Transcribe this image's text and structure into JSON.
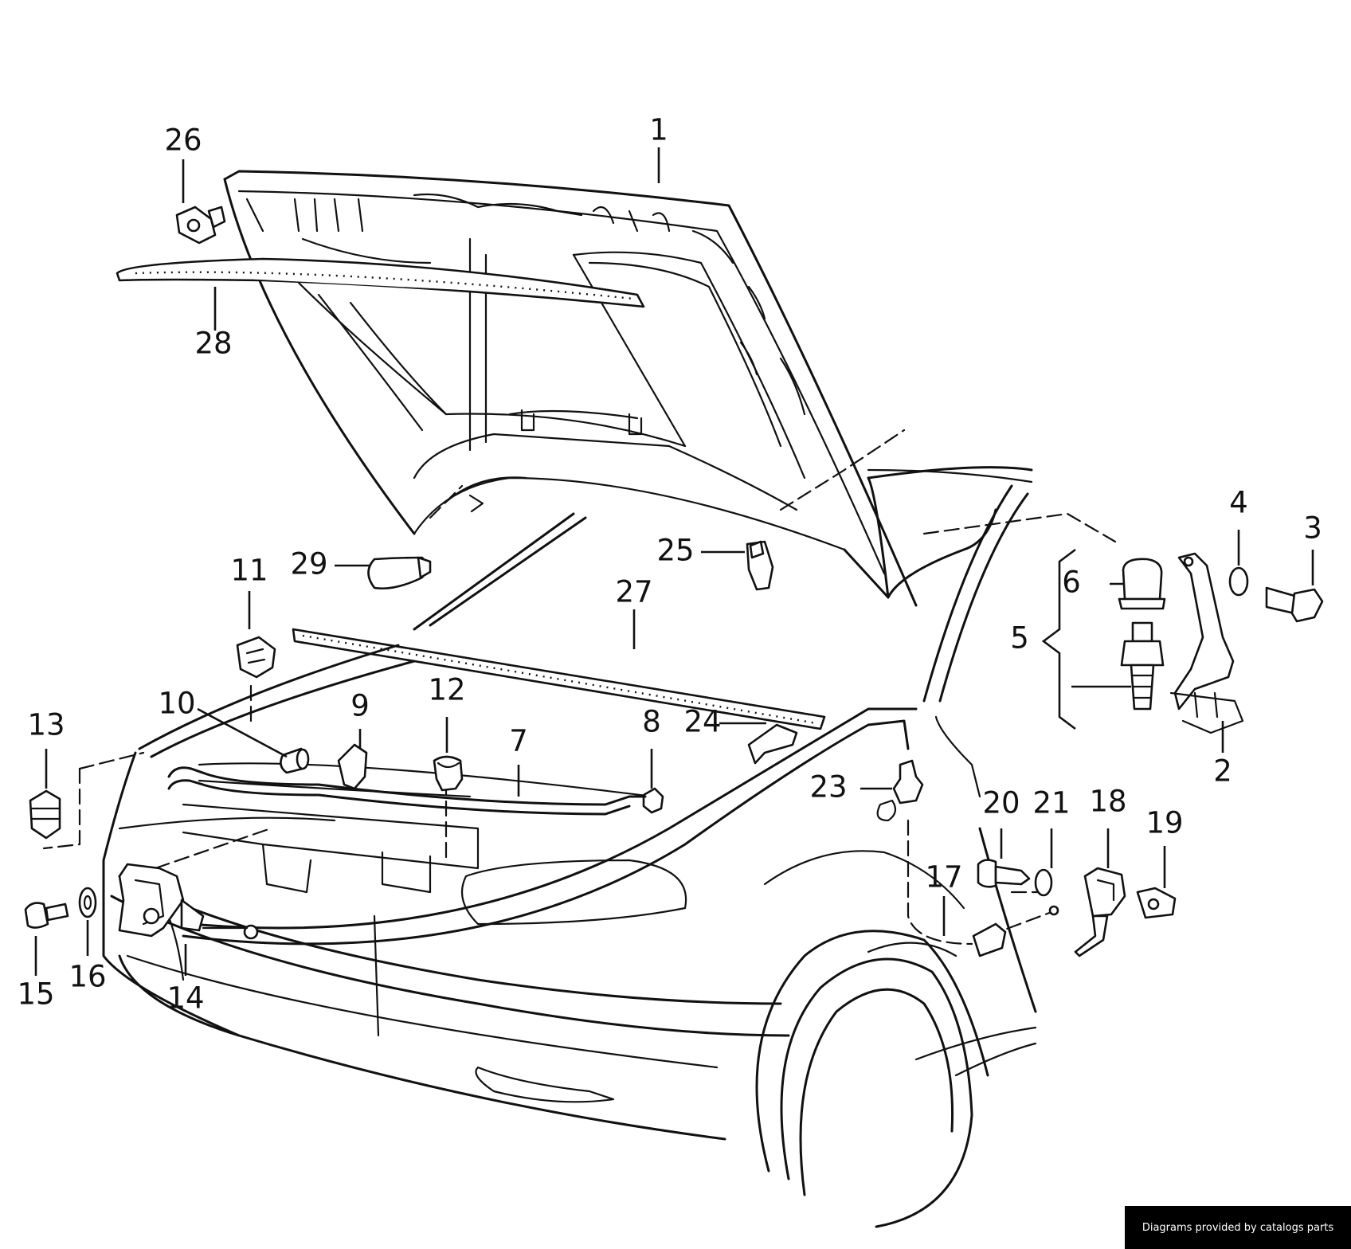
{
  "diagram": {
    "callouts": [
      {
        "id": "1",
        "label": "1"
      },
      {
        "id": "2",
        "label": "2"
      },
      {
        "id": "3",
        "label": "3"
      },
      {
        "id": "4",
        "label": "4"
      },
      {
        "id": "5",
        "label": "5"
      },
      {
        "id": "6",
        "label": "6"
      },
      {
        "id": "7",
        "label": "7"
      },
      {
        "id": "8",
        "label": "8"
      },
      {
        "id": "9",
        "label": "9"
      },
      {
        "id": "10",
        "label": "10"
      },
      {
        "id": "11",
        "label": "11"
      },
      {
        "id": "12",
        "label": "12"
      },
      {
        "id": "13",
        "label": "13"
      },
      {
        "id": "14",
        "label": "14"
      },
      {
        "id": "15",
        "label": "15"
      },
      {
        "id": "16",
        "label": "16"
      },
      {
        "id": "17",
        "label": "17"
      },
      {
        "id": "18",
        "label": "18"
      },
      {
        "id": "19",
        "label": "19"
      },
      {
        "id": "20",
        "label": "20"
      },
      {
        "id": "21",
        "label": "21"
      },
      {
        "id": "23",
        "label": "23"
      },
      {
        "id": "24",
        "label": "24"
      },
      {
        "id": "25",
        "label": "25"
      },
      {
        "id": "26",
        "label": "26"
      },
      {
        "id": "27",
        "label": "27"
      },
      {
        "id": "28",
        "label": "28"
      },
      {
        "id": "29",
        "label": "29"
      }
    ]
  },
  "credit": {
    "text": "Diagrams provided by catalogs parts"
  }
}
